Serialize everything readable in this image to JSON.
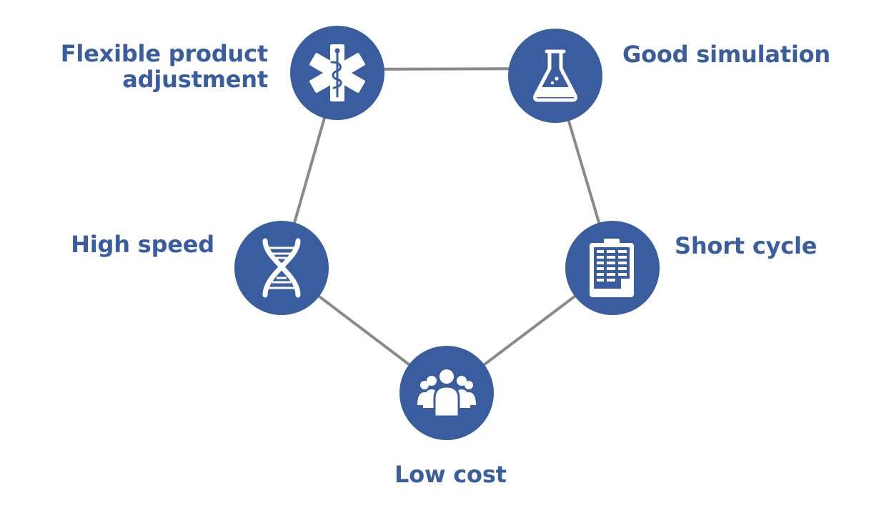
{
  "diagram": {
    "nodes": [
      {
        "id": "flexible",
        "icon": "medical-star-of-life-icon",
        "label_lines": [
          "Flexible product",
          "adjustment"
        ]
      },
      {
        "id": "simulation",
        "icon": "lab-flask-icon",
        "label_lines": [
          "Good simulation"
        ]
      },
      {
        "id": "cycle",
        "icon": "clipboard-checklist-icon",
        "label_lines": [
          "Short cycle"
        ]
      },
      {
        "id": "cost",
        "icon": "people-group-icon",
        "label_lines": [
          "Low cost"
        ]
      },
      {
        "id": "speed",
        "icon": "dna-helix-icon",
        "label_lines": [
          "High speed"
        ]
      }
    ],
    "colors": {
      "node_fill": "#3a5d9f",
      "edge": "#8a8a8a",
      "label": "#3a5d9f",
      "icon": "#ffffff"
    }
  }
}
